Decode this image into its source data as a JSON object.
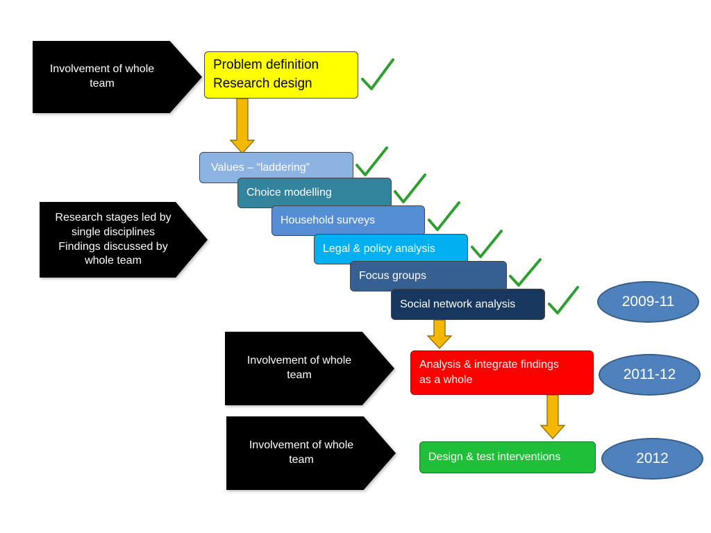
{
  "diagram": {
    "left_labels": {
      "top": [
        "Involvement of whole",
        "team"
      ],
      "middle": [
        "Research stages led by",
        "single disciplines",
        "Findings discussed by",
        "whole team"
      ],
      "lower": [
        "Involvement of whole",
        "team"
      ],
      "bottom": [
        "Involvement of whole",
        "team"
      ]
    },
    "problem_box": [
      "Problem definition",
      "Research design"
    ],
    "stages": [
      {
        "label": "Values – “laddering”",
        "color": "#8db3e2"
      },
      {
        "label": "Choice modelling",
        "color": "#31849b"
      },
      {
        "label": "Household surveys",
        "color": "#558ed5"
      },
      {
        "label": "Legal & policy analysis",
        "color": "#00b0f0"
      },
      {
        "label": "Focus groups",
        "color": "#366092"
      },
      {
        "label": "Social network analysis",
        "color": "#17375e"
      }
    ],
    "analysis_box": [
      "Analysis & integrate findings",
      "as a whole"
    ],
    "design_box": "Design & test interventions",
    "years": [
      "2009-11",
      "2011-12",
      "2012"
    ],
    "colors": {
      "problem": "#ffff00",
      "analysis": "#ff0000",
      "design": "#1fbf3a",
      "arrow": "#f5b800",
      "check": "#2e9e2e",
      "oval": "#4f81bd"
    }
  }
}
